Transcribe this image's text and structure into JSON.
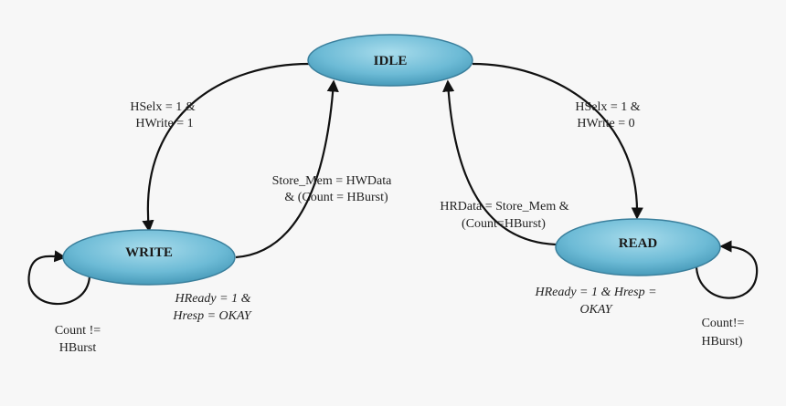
{
  "states": {
    "idle": "IDLE",
    "write": "WRITE",
    "read": "READ"
  },
  "transitions": {
    "idle_to_write": [
      "HSelx = 1 &",
      "HWrite = 1"
    ],
    "idle_to_read": [
      "HSelx = 1 &",
      "HWrite = 0"
    ],
    "write_to_idle": [
      "Store_Mem = HWData",
      "& (Count = HBurst)"
    ],
    "read_to_idle": [
      "HRData = Store_Mem &",
      "(Count=HBurst)"
    ],
    "write_loop": [
      "Count !=",
      "HBurst"
    ],
    "read_loop": [
      "Count!=",
      "HBurst)"
    ],
    "write_ready": [
      "HReady = 1 &",
      "Hresp = OKAY"
    ],
    "read_ready": [
      "HReady = 1 & Hresp =",
      "OKAY"
    ]
  },
  "colors": {
    "state_fill_top": "#8fd0e4",
    "state_fill_bottom": "#4aa3c2",
    "state_stroke": "#3a7f9c",
    "edge": "#111111"
  }
}
